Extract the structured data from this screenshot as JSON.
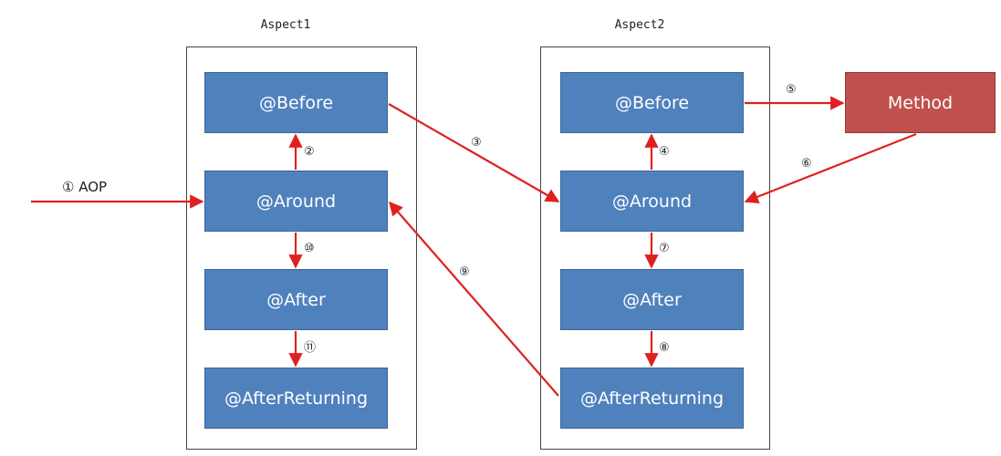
{
  "aspects": [
    {
      "title": "Aspect1",
      "boxes": {
        "before": "@Before",
        "around": "@Around",
        "after": "@After",
        "after_returning": "@AfterReturning"
      }
    },
    {
      "title": "Aspect2",
      "boxes": {
        "before": "@Before",
        "around": "@Around",
        "after": "@After",
        "after_returning": "@AfterReturning"
      }
    }
  ],
  "method": {
    "label": "Method"
  },
  "entry": {
    "label": "① AOP"
  },
  "steps": {
    "s2": "②",
    "s3": "③",
    "s4": "④",
    "s5": "⑤",
    "s6": "⑥",
    "s7": "⑦",
    "s8": "⑧",
    "s9": "⑨",
    "s10": "⑩",
    "s11": "⑪"
  },
  "colors": {
    "box_fill": "#4f81bd",
    "method_fill": "#c0504d",
    "arrow": "#e02020",
    "frame": "#444444"
  }
}
